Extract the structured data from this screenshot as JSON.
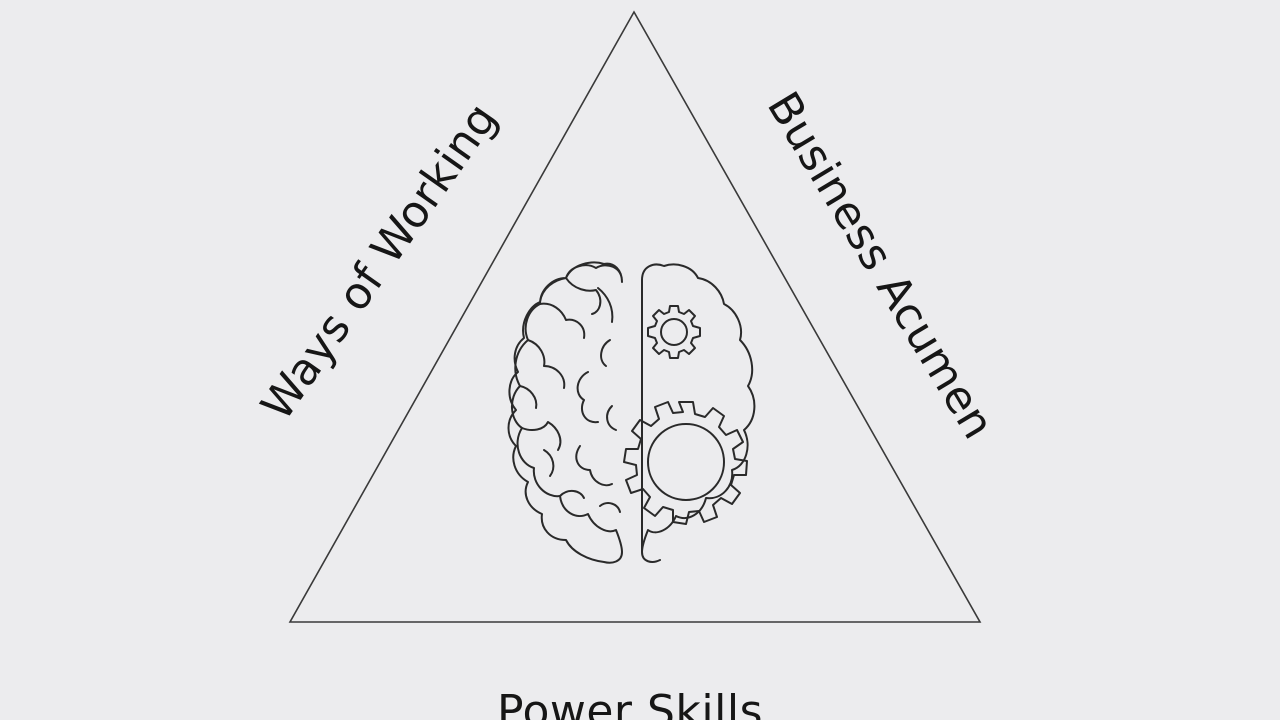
{
  "diagram": {
    "sides": {
      "left": "Ways of Working",
      "right": "Business Acumen",
      "bottom": "Power Skills"
    },
    "center_icon": "brain-gears-icon",
    "colors": {
      "background": "#ececee",
      "outline": "#2a2a2a",
      "text": "#161616"
    }
  }
}
